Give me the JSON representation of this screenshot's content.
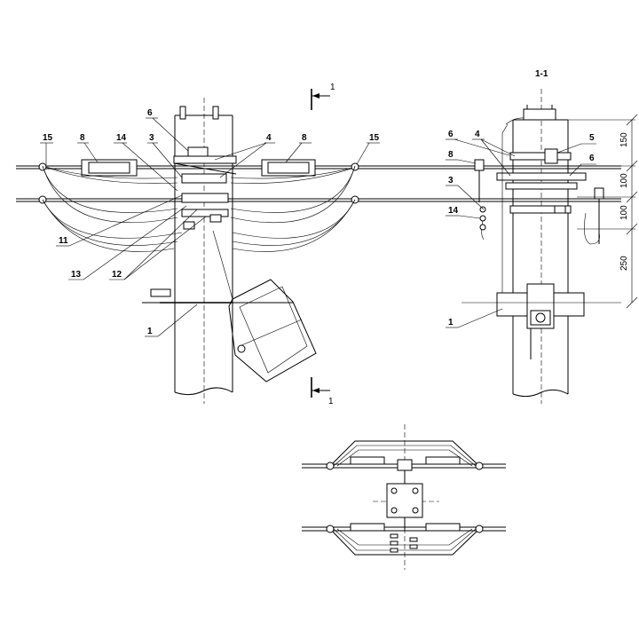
{
  "drawing": {
    "section_mark": "1",
    "section_title": "1-1",
    "front_view_callouts": [
      "15",
      "8",
      "14",
      "6",
      "3",
      "4",
      "8",
      "15",
      "11",
      "13",
      "12",
      "1"
    ],
    "side_view_callouts": [
      "6",
      "4",
      "5",
      "8",
      "6",
      "3",
      "14",
      "1"
    ],
    "dimensions": [
      "150",
      "100",
      "100",
      "250"
    ]
  }
}
